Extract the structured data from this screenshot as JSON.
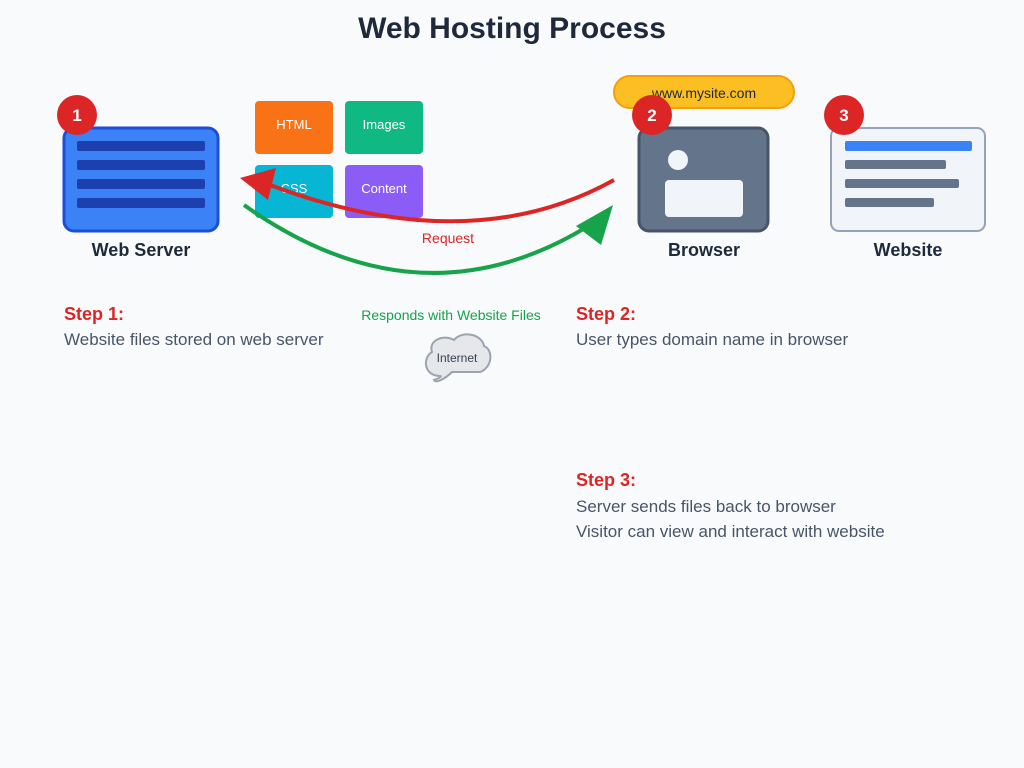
{
  "title": "Web Hosting Process",
  "nodes": {
    "server": {
      "label": "Web Server",
      "badge": "1"
    },
    "browser": {
      "label": "Browser",
      "badge": "2"
    },
    "website": {
      "label": "Website",
      "badge": "3"
    }
  },
  "url_pill": "www.mysite.com",
  "file_tiles": {
    "html": "HTML",
    "images": "Images",
    "css": "CSS",
    "content": "Content"
  },
  "arrows": {
    "request": "Request",
    "response": "Responds with Website Files"
  },
  "cloud": "Internet",
  "steps": {
    "step1": {
      "title": "Step 1:",
      "lines": [
        "Website files stored on web server"
      ]
    },
    "step2": {
      "title": "Step 2:",
      "lines": [
        "User types domain name in browser"
      ]
    },
    "step3": {
      "title": "Step 3:",
      "lines": [
        "Server sends files back to browser",
        "Visitor can view and interact with website"
      ]
    }
  },
  "colors": {
    "background": "#f8fafc",
    "title": "#1e293b",
    "server_fill": "#3b82f6",
    "server_stroke": "#1d4ed8",
    "server_bars": "#1e40af",
    "badge_red": "#dc2626",
    "browser_fill": "#64748b",
    "browser_stroke": "#475569",
    "website_fill": "#f1f5f9",
    "website_stroke": "#94a3b8",
    "website_accent": "#3b82f6",
    "website_bars": "#64748b",
    "pill": "#fbbf24",
    "pill_stroke": "#f59e0b",
    "tile_html": "#f97316",
    "tile_images": "#10b981",
    "tile_css": "#06b6d4",
    "tile_content": "#8b5cf6",
    "request_arrow": "#dc2626",
    "response_arrow": "#16a34a",
    "cloud_fill": "#e5e7eb",
    "cloud_stroke": "#9ca3af",
    "step_title": "#dc2626",
    "step_text": "#475569",
    "node_label": "#1e293b"
  }
}
